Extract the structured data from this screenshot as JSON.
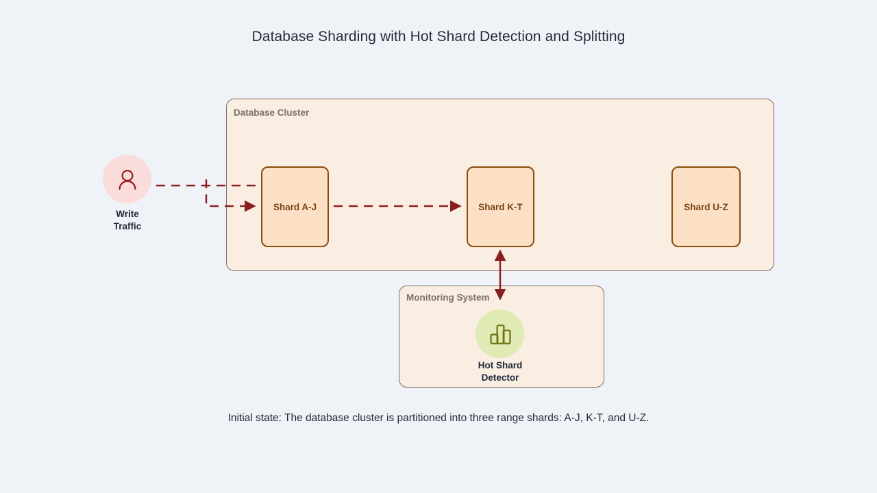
{
  "title": "Database Sharding with Hot Shard Detection and Splitting",
  "caption": "Initial state: The database cluster is partitioned into three range shards: A-J, K-T, and U-Z.",
  "colors": {
    "background": "#eff2f7",
    "title_text": "#232c3d",
    "group_fill": "#faeee3",
    "group_border": "#7c6a63",
    "group_label_text": "#78706c",
    "shard_fill": "#fce0c6",
    "shard_border": "#8a4b08",
    "shard_text": "#7a4410",
    "actor_circle_fill": "#fadcdb",
    "actor_icon_stroke": "#9b1c1c",
    "detector_circle_fill": "#dfeab4",
    "detector_icon_stroke": "#6f7210",
    "edge_stroke": "#8a1f1f",
    "node_label_text": "#20293a"
  },
  "groups": [
    {
      "id": "cluster",
      "label": "Database Cluster"
    },
    {
      "id": "monitoring",
      "label": "Monitoring System"
    }
  ],
  "nodes": {
    "write_traffic": {
      "label_line1": "Write",
      "label_line2": "Traffic",
      "icon": "user-icon"
    },
    "hot_shard_detector": {
      "label_line1": "Hot Shard",
      "label_line2": "Detector",
      "icon": "bar-chart-icon"
    },
    "shards": [
      {
        "id": "shard-a-j",
        "label": "Shard A-J"
      },
      {
        "id": "shard-k-t",
        "label": "Shard K-T"
      },
      {
        "id": "shard-u-z",
        "label": "Shard U-Z"
      }
    ]
  },
  "edges": [
    {
      "id": "write-traffic-to-shard-a-j",
      "from": "Write Traffic",
      "to": "Shard A-J",
      "style": "dashed",
      "arrow": "single"
    },
    {
      "id": "shard-a-j-to-shard-k-t",
      "from": "Shard A-J",
      "to": "Shard K-T",
      "style": "dashed",
      "arrow": "single"
    },
    {
      "id": "shard-k-t-to-hot-shard-detector",
      "from": "Shard K-T",
      "to": "Hot Shard Detector",
      "style": "solid",
      "arrow": "double"
    }
  ]
}
